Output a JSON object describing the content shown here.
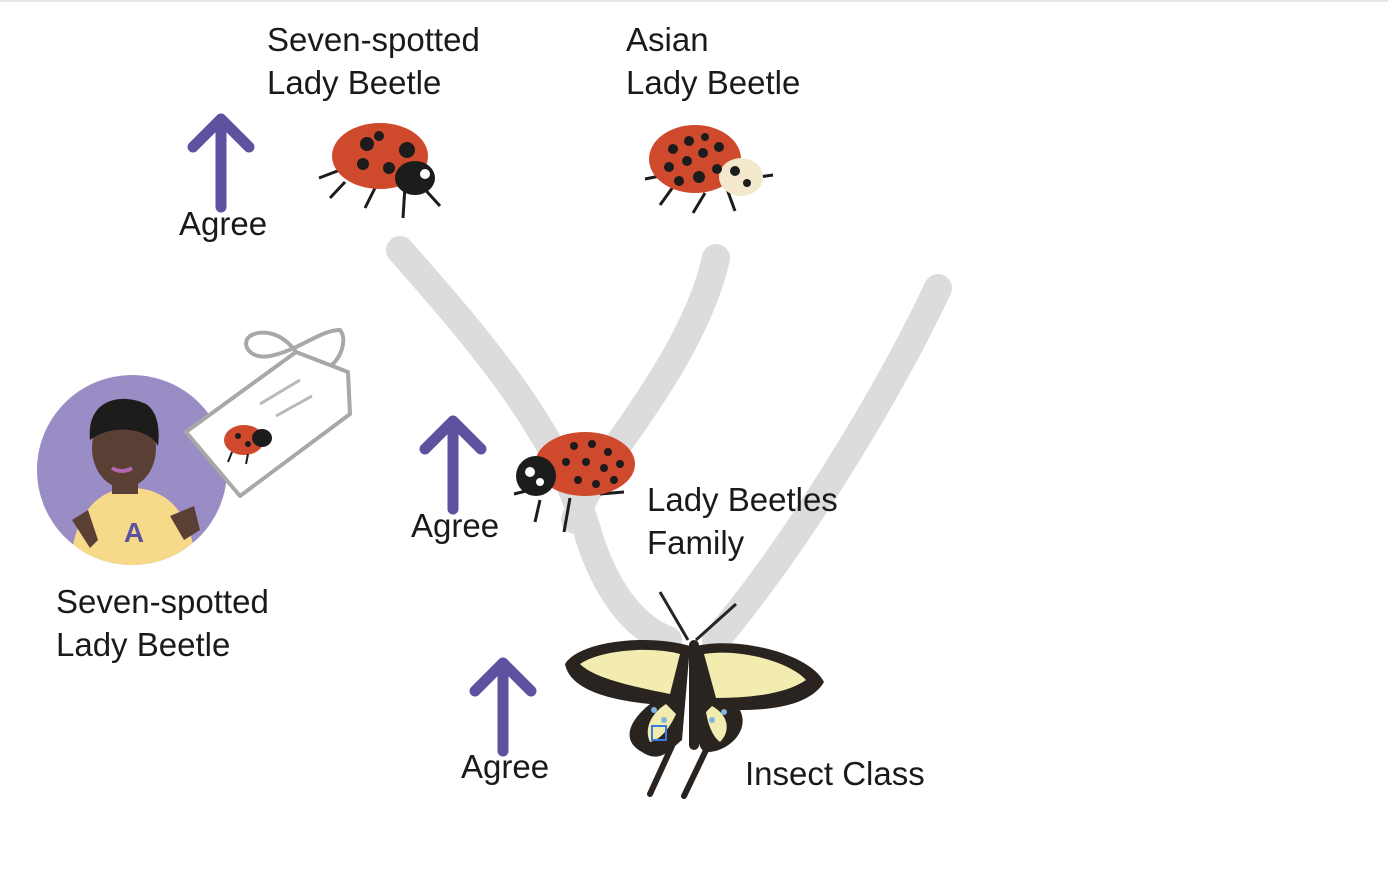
{
  "labels": {
    "seven_spotted_top": [
      "Seven-spotted",
      "Lady Beetle"
    ],
    "asian": [
      "Asian",
      "Lady Beetle"
    ],
    "family": [
      "Lady Beetles",
      "Family"
    ],
    "insect_class": "Insect Class",
    "person_specimen": [
      "Seven-spotted",
      "Lady Beetle"
    ],
    "person_badge": "A"
  },
  "votes": {
    "top": "Agree",
    "middle": "Agree",
    "bottom": "Agree"
  },
  "colors": {
    "arrow": "#5d52a0",
    "branch": "#dcdcdc",
    "beetle_red": "#cf4a2c",
    "beetle_spot": "#1c1c1c",
    "avatar_circle": "#9a8cc4",
    "shirt": "#f7d98a",
    "butterfly_yellow": "#f3ecb0",
    "butterfly_black": "#2a2420"
  },
  "icons": [
    "up-arrow-icon",
    "ladybug-icon",
    "butterfly-icon",
    "specimen-tag-icon",
    "person-avatar-icon"
  ]
}
